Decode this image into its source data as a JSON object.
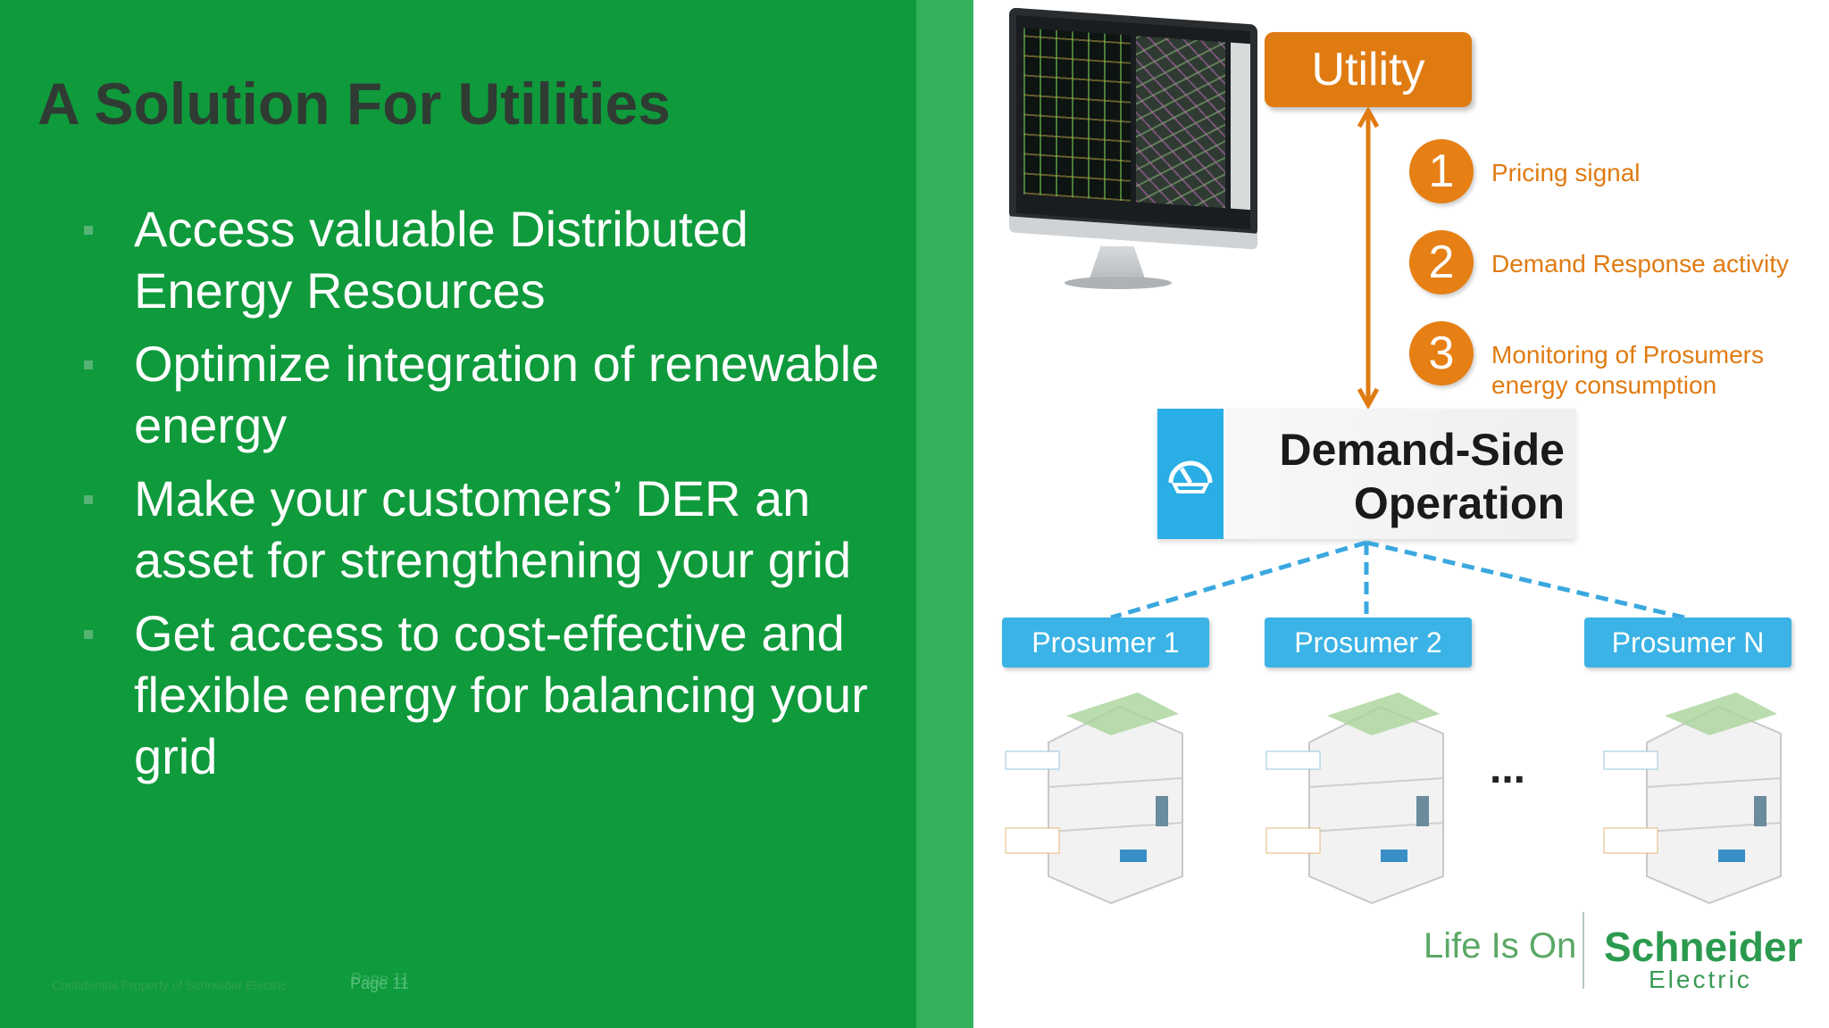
{
  "slide": {
    "title": "A Solution For Utilities",
    "bullets": [
      "Access valuable Distributed Energy Resources",
      "Optimize integration of renewable energy",
      "Make your customers’ DER an asset for strengthening your grid",
      "Get access to cost-effective and flexible energy for balancing your grid"
    ],
    "footer": {
      "confidential": "Confidential Property of Schneider Electric",
      "page": "Page 11"
    }
  },
  "diagram": {
    "utility_label": "Utility",
    "steps": [
      {
        "number": "1",
        "label": "Pricing signal"
      },
      {
        "number": "2",
        "label": "Demand Response activity"
      },
      {
        "number": "3",
        "label": "Monitoring of Prosumers energy consumption"
      }
    ],
    "dso_line1": "Demand-Side",
    "dso_line2": "Operation",
    "prosumers": [
      "Prosumer 1",
      "Prosumer 2",
      "Prosumer N"
    ],
    "ellipsis": "...",
    "dso_icon": "gauge-icon",
    "monitor_icon": "computer-monitor",
    "house_icon": "building-cutaway"
  },
  "branding": {
    "tagline": "Life Is On",
    "brand": "Schneider",
    "brand_sub": "Electric"
  },
  "colors": {
    "green": "#0f9a3c",
    "stripe": "#35b05b",
    "orange": "#e07b12",
    "blue": "#3bb3e6"
  }
}
